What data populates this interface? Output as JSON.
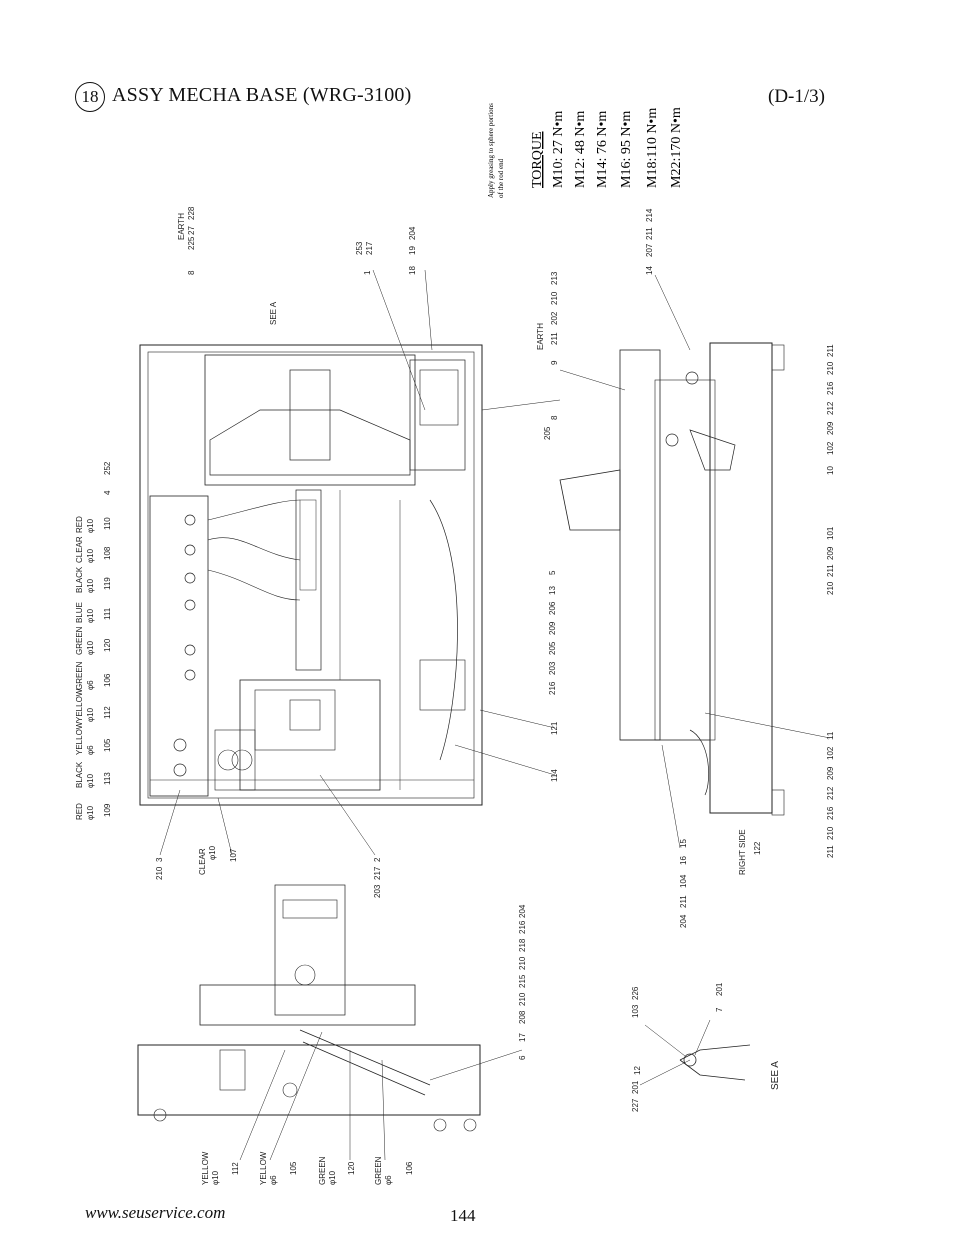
{
  "header": {
    "section_number": "18",
    "title": "ASSY MECHA BASE (WRG-3100)",
    "page_code": "(D-1/3)"
  },
  "notes": {
    "grease_line1": "Apply greasing to sphere portions",
    "grease_line2": "of the rod end",
    "torque_title": "TORQUE",
    "torque_values": [
      "M10: 27 N•m",
      "M12: 48 N•m",
      "M14: 76 N•m",
      "M16: 95 N•m",
      "M18:110 N•m",
      "M22:170 N•m"
    ]
  },
  "callouts_main": [
    "8",
    "225",
    "27",
    "228",
    "EARTH",
    "1",
    "253",
    "217",
    "18",
    "19",
    "204",
    "9",
    "211",
    "202",
    "210",
    "213",
    "EARTH",
    "14",
    "207",
    "211",
    "214",
    "205",
    "8",
    "4",
    "252",
    "13",
    "5",
    "206",
    "209",
    "205",
    "203",
    "216",
    "10",
    "102",
    "209",
    "212",
    "216",
    "210",
    "211",
    "101",
    "210",
    "211",
    "209",
    "121",
    "114",
    "11",
    "102",
    "209",
    "212",
    "216",
    "210",
    "211",
    "122",
    "RIGHT SIDE",
    "16",
    "15",
    "104",
    "211",
    "204",
    "2",
    "217",
    "203",
    "3",
    "210",
    "107",
    "CLEAR",
    "φ10",
    "SEE A"
  ],
  "hose_labels": [
    {
      "color": "RED",
      "size": "φ10",
      "num": "110"
    },
    {
      "color": "CLEAR",
      "size": "φ10",
      "num": "108"
    },
    {
      "color": "BLACK",
      "size": "φ10",
      "num": "119"
    },
    {
      "color": "BLUE",
      "size": "φ10",
      "num": "111"
    },
    {
      "color": "GREEN",
      "size": "φ10",
      "num": "120"
    },
    {
      "color": "GREEN",
      "size": "φ6",
      "num": "106"
    },
    {
      "color": "YELLOW",
      "size": "φ10",
      "num": "112"
    },
    {
      "color": "YELLOW",
      "size": "φ6",
      "num": "105"
    },
    {
      "color": "BLACK",
      "size": "φ10",
      "num": "113"
    },
    {
      "color": "RED",
      "size": "φ10",
      "num": "109"
    }
  ],
  "bottom_view": {
    "callouts": [
      "6",
      "17",
      "208",
      "210",
      "215",
      "210",
      "218",
      "216",
      "204"
    ],
    "hose_labels": [
      {
        "color": "YELLOW",
        "size": "φ10",
        "num": "112"
      },
      {
        "color": "YELLOW",
        "size": "φ6",
        "num": "105"
      },
      {
        "color": "GREEN",
        "size": "φ10",
        "num": "120"
      },
      {
        "color": "GREEN",
        "size": "φ6",
        "num": "106"
      }
    ]
  },
  "see_a_view": {
    "callouts": [
      "103",
      "226",
      "7",
      "201",
      "12",
      "227",
      "201"
    ],
    "label": "SEE A"
  },
  "footer": {
    "url": "www.seuservice.com",
    "page_number": "144"
  }
}
